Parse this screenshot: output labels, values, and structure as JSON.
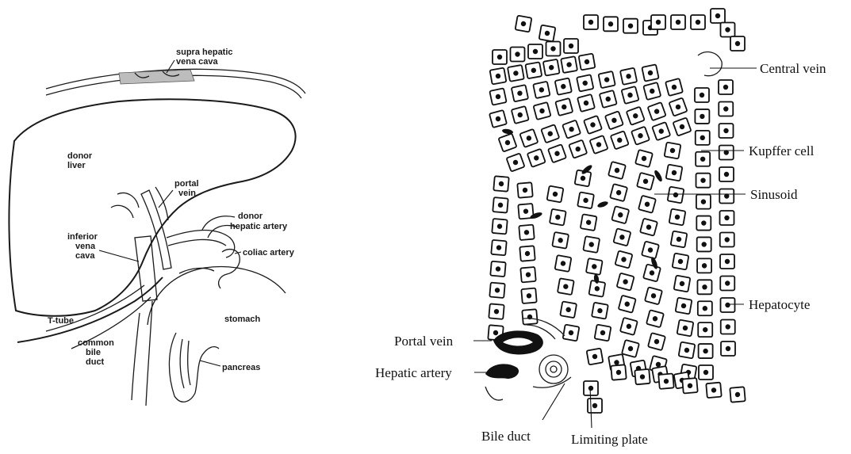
{
  "left_panel": {
    "labels": {
      "supra_hepatic": [
        "supra hepatic",
        "vena cava"
      ],
      "donor_liver": [
        "donor",
        "liver"
      ],
      "portal_vein": [
        "portal",
        "vein"
      ],
      "donor_hepatic_artery": [
        "donor",
        "hepatic artery"
      ],
      "inferior_vena_cava": [
        "inferior",
        "vena",
        "cava"
      ],
      "coliac_artery": "coliac artery",
      "t_tube": "T-tube",
      "common_bile_duct": [
        "common",
        "bile",
        "duct"
      ],
      "stomach": "stomach",
      "pancreas": "pancreas"
    }
  },
  "right_panel": {
    "labels": {
      "central_vein": "Central vein",
      "kupffer_cell": "Kupffer cell",
      "sinusoid": "Sinusoid",
      "hepatocyte": "Hepatocyte",
      "portal_vein": "Portal vein",
      "hepatic_artery": "Hepatic artery",
      "bile_duct": "Bile duct",
      "limiting_plate": "Limiting plate"
    }
  },
  "colors": {
    "ink": "#1a1a1a",
    "background": "#ffffff"
  }
}
